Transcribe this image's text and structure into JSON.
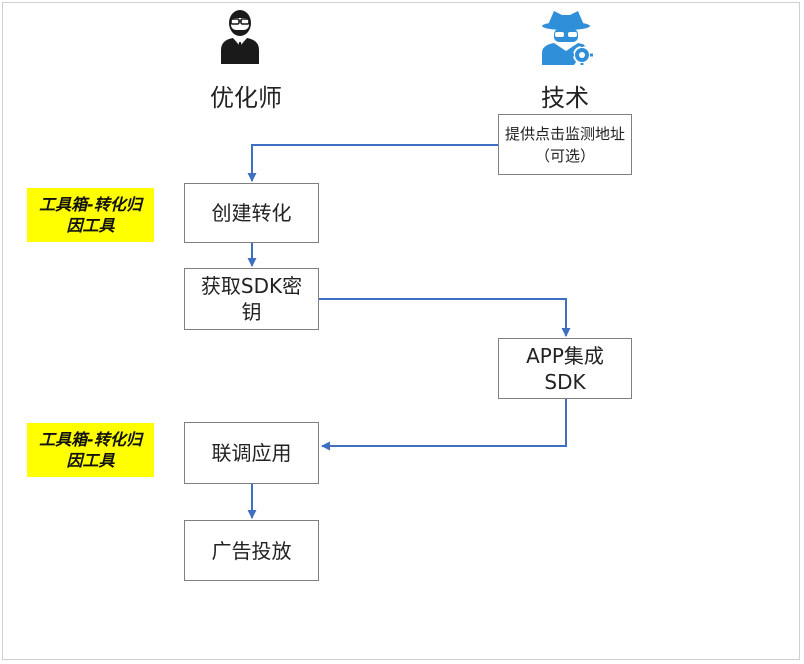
{
  "roles": {
    "optimizer": {
      "label": "优化师",
      "icon": "person-suit-icon",
      "icon_color": "#1a1a1a"
    },
    "tech": {
      "label": "技术",
      "icon": "spy-gear-icon",
      "icon_color": "#2f8fd8"
    }
  },
  "steps": {
    "monitor": "提供点击监测地址（可选）",
    "create": "创建转化",
    "getkey": "获取SDK密钥",
    "integrate": "APP集成SDK",
    "debug": "联调应用",
    "launch": "广告投放"
  },
  "tags": {
    "tag1": "工具箱-转化归因工具",
    "tag2": "工具箱-转化归因工具"
  },
  "colors": {
    "arrow": "#3f6fc0",
    "tag_bg": "#ffff00",
    "box_border": "#7f7f7f"
  }
}
